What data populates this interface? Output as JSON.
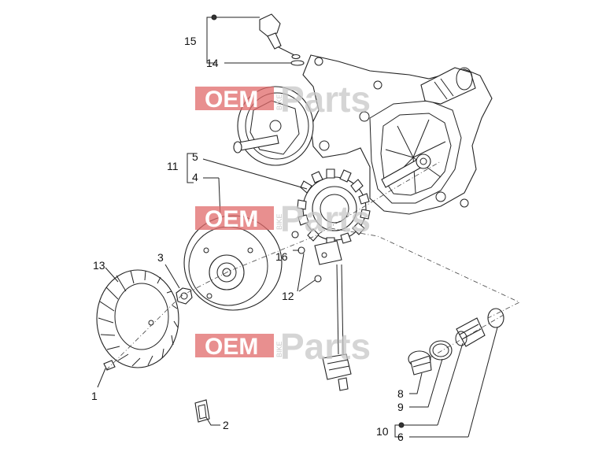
{
  "watermark": {
    "oem": "OEM",
    "bike": "BIKE",
    "parts": "Parts"
  },
  "labels": {
    "p1": "1",
    "p2": "2",
    "p3": "3",
    "p4": "4",
    "p5": "5",
    "p6": "6",
    "p8": "8",
    "p9": "9",
    "p10": "10",
    "p11": "11",
    "p12": "12",
    "p13": "13",
    "p14": "14",
    "p15": "15",
    "p16": "16"
  }
}
